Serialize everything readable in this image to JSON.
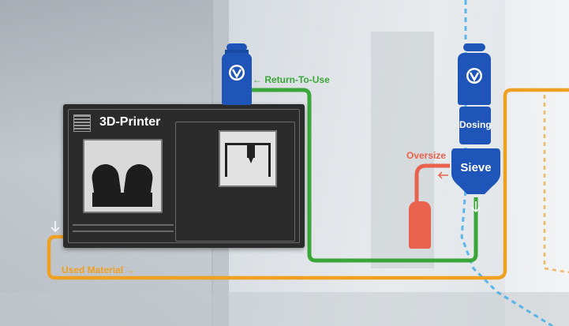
{
  "printer": {
    "title": "3D-Printer"
  },
  "labels": {
    "return_to_use": "← Return-To-Use",
    "oversize": "Oversize",
    "used_material": "Used Material →"
  },
  "units": {
    "dosing": "Dosing",
    "sieve": "Sieve"
  },
  "colors": {
    "printer_body": "#2b2b2b",
    "unit_blue": "#1f55b8",
    "pipe_green": "#3aa63a",
    "pipe_orange": "#f0a020",
    "oversize_red": "#e8624e",
    "dashed_blue": "#2fa6e8"
  },
  "icons": [
    "vacuum-logo-icon",
    "vent-grille-icon",
    "printhead-icon",
    "arrow-down-icon",
    "arrow-left-icon"
  ]
}
